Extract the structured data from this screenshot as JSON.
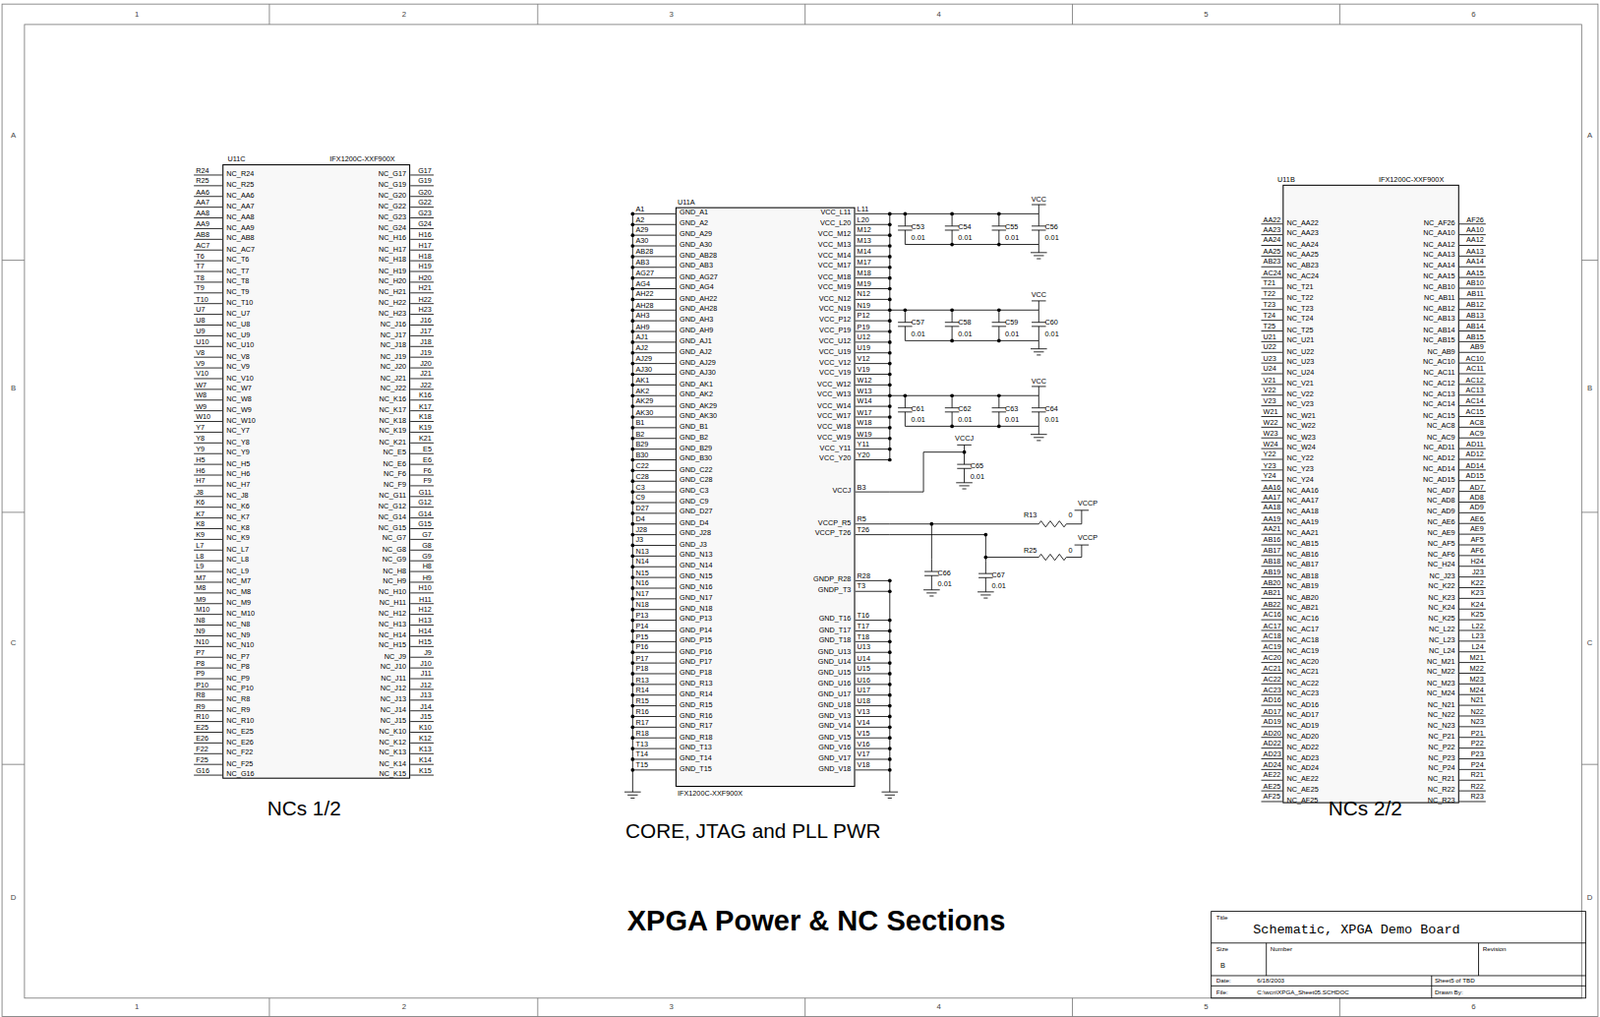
{
  "diagram": {
    "title": "XPGA Power & NC Sections",
    "nodes": [
      {
        "text": [
          "U11C",
          "IFX1200C-XXF900X"
        ]
      },
      {
        "text": [
          "U11A",
          "IFX1200C-XXF900X"
        ]
      },
      {
        "text": [
          "U11B",
          "IFX1200C-XXF900X"
        ]
      }
    ],
    "labels": [
      "1",
      "2",
      "3",
      "4",
      "5",
      "6",
      "1",
      "2",
      "3",
      "4",
      "5",
      "6",
      "A",
      "B",
      "C",
      "D",
      "A",
      "B",
      "C",
      "D",
      "R24",
      "NC_R24",
      "R25",
      "NC_R25",
      "AA6",
      "NC_AA6",
      "AA7",
      "NC_AA7",
      "AA8",
      "NC_AA8",
      "AA9",
      "NC_AA9",
      "AB8",
      "NC_AB8",
      "AC7",
      "NC_AC7",
      "T6",
      "NC_T6",
      "T7",
      "NC_T7",
      "T8",
      "NC_T8",
      "T9",
      "NC_T9",
      "T10",
      "NC_T10",
      "U7",
      "NC_U7",
      "U8",
      "NC_U8",
      "U9",
      "NC_U9",
      "U10",
      "NC_U10",
      "V8",
      "NC_V8",
      "V9",
      "NC_V9",
      "V10",
      "NC_V10",
      "W7",
      "NC_W7",
      "W8",
      "NC_W8",
      "W9",
      "NC_W9",
      "W10",
      "NC_W10",
      "Y7",
      "NC_Y7",
      "Y8",
      "NC_Y8",
      "Y9",
      "NC_Y9",
      "H5",
      "NC_H5",
      "H6",
      "NC_H6",
      "H7",
      "NC_H7",
      "J8",
      "NC_J8",
      "K6",
      "NC_K6",
      "K7",
      "NC_K7",
      "K8",
      "NC_K8",
      "K9",
      "NC_K9",
      "L7",
      "NC_L7",
      "L8",
      "NC_L8",
      "L9",
      "NC_L9",
      "M7",
      "NC_M7",
      "M8",
      "NC_M8",
      "M9",
      "NC_M9",
      "M10",
      "NC_M10",
      "N8",
      "NC_N8",
      "N9",
      "NC_N9",
      "N10",
      "NC_N10",
      "P7",
      "NC_P7",
      "P8",
      "NC_P8",
      "P9",
      "NC_P9",
      "P10",
      "NC_P10",
      "R8",
      "NC_R8",
      "R9",
      "NC_R9",
      "R10",
      "NC_R10",
      "E25",
      "NC_E25",
      "E26",
      "NC_E26",
      "F22",
      "NC_F22",
      "F25",
      "NC_F25",
      "G16",
      "NC_G16",
      "NC_G17",
      "G17",
      "NC_G19",
      "G19",
      "NC_G20",
      "G20",
      "NC_G22",
      "G22",
      "NC_G23",
      "G23",
      "NC_G24",
      "G24",
      "NC_H16",
      "H16",
      "NC_H17",
      "H17",
      "NC_H18",
      "H18",
      "NC_H19",
      "H19",
      "NC_H20",
      "H20",
      "NC_H21",
      "H21",
      "NC_H22",
      "H22",
      "NC_H23",
      "H23",
      "NC_J16",
      "J16",
      "NC_J17",
      "J17",
      "NC_J18",
      "J18",
      "NC_J19",
      "J19",
      "NC_J20",
      "J20",
      "NC_J21",
      "J21",
      "NC_J22",
      "J22",
      "NC_K16",
      "K16",
      "NC_K17",
      "K17",
      "NC_K18",
      "K18",
      "NC_K19",
      "K19",
      "NC_K21",
      "K21",
      "NC_E5",
      "E5",
      "NC_E6",
      "E6",
      "NC_F6",
      "F6",
      "NC_F9",
      "F9",
      "NC_G11",
      "G11",
      "NC_G12",
      "G12",
      "NC_G14",
      "G14",
      "NC_G15",
      "G15",
      "NC_G7",
      "G7",
      "NC_G8",
      "G8",
      "NC_G9",
      "G9",
      "NC_H8",
      "H8",
      "NC_H9",
      "H9",
      "NC_H10",
      "H10",
      "NC_H11",
      "H11",
      "NC_H12",
      "H12",
      "NC_H13",
      "H13",
      "NC_H14",
      "H14",
      "NC_H15",
      "H15",
      "NC_J9",
      "J9",
      "NC_J10",
      "J10",
      "NC_J11",
      "J11",
      "NC_J12",
      "J12",
      "NC_J13",
      "J13",
      "NC_J14",
      "J14",
      "NC_J15",
      "J15",
      "NC_K10",
      "K10",
      "NC_K12",
      "K12",
      "NC_K13",
      "K13",
      "NC_K14",
      "K14",
      "NC_K15",
      "K15",
      "A1",
      "GND_A1",
      "A2",
      "GND_A2",
      "A29",
      "GND_A29",
      "A30",
      "GND_A30",
      "AB28",
      "GND_AB28",
      "AB3",
      "GND_AB3",
      "AG27",
      "GND_AG27",
      "AG4",
      "GND_AG4",
      "AH22",
      "GND_AH22",
      "AH28",
      "GND_AH28",
      "AH3",
      "GND_AH3",
      "AH9",
      "GND_AH9",
      "AJ1",
      "GND_AJ1",
      "AJ2",
      "GND_AJ2",
      "AJ29",
      "GND_AJ29",
      "AJ30",
      "GND_AJ30",
      "AK1",
      "GND_AK1",
      "AK2",
      "GND_AK2",
      "AK29",
      "GND_AK29",
      "AK30",
      "GND_AK30",
      "B1",
      "GND_B1",
      "B2",
      "GND_B2",
      "B29",
      "GND_B29",
      "B30",
      "GND_B30",
      "C22",
      "GND_C22",
      "C28",
      "GND_C28",
      "C3",
      "GND_C3",
      "C9",
      "GND_C9",
      "D27",
      "GND_D27",
      "D4",
      "GND_D4",
      "J28",
      "GND_J28",
      "J3",
      "GND_J3",
      "N13",
      "GND_N13",
      "N14",
      "GND_N14",
      "N15",
      "GND_N15",
      "N16",
      "GND_N16",
      "N17",
      "GND_N17",
      "N18",
      "GND_N18",
      "P13",
      "GND_P13",
      "P14",
      "GND_P14",
      "P15",
      "GND_P15",
      "P16",
      "GND_P16",
      "P17",
      "GND_P17",
      "P18",
      "GND_P18",
      "R13",
      "GND_R13",
      "R14",
      "GND_R14",
      "R15",
      "GND_R15",
      "R16",
      "GND_R16",
      "R17",
      "GND_R17",
      "R18",
      "GND_R18",
      "T13",
      "GND_T13",
      "T14",
      "GND_T14",
      "T15",
      "GND_T15",
      "VCC_L11",
      "L11",
      "VCC_L20",
      "L20",
      "VCC_M12",
      "M12",
      "VCC_M13",
      "M13",
      "VCC_M14",
      "M14",
      "VCC_M17",
      "M17",
      "VCC_M18",
      "M18",
      "VCC_M19",
      "M19",
      "VCC_N12",
      "N12",
      "VCC_N19",
      "N19",
      "VCC_P12",
      "P12",
      "VCC_P19",
      "P19",
      "VCC_U12",
      "U12",
      "VCC_U19",
      "U19",
      "VCC_V12",
      "V12",
      "VCC_V19",
      "V19",
      "VCC_W12",
      "W12",
      "VCC_W13",
      "W13",
      "VCC_W14",
      "W14",
      "VCC_W17",
      "W17",
      "VCC_W18",
      "W18",
      "VCC_W19",
      "W19",
      "VCC_Y11",
      "Y11",
      "VCC_Y20",
      "Y20",
      "VCCJ",
      "B3",
      "VCCP_R5",
      "R5",
      "VCCP_T26",
      "T26",
      "GNDP_R28",
      "R28",
      "GNDP_T3",
      "T3",
      "GND_T16",
      "T16",
      "GND_T17",
      "T17",
      "GND_T18",
      "T18",
      "GND_U13",
      "U13",
      "GND_U14",
      "U14",
      "GND_U15",
      "U15",
      "GND_U16",
      "U16",
      "GND_U17",
      "U17",
      "GND_U18",
      "U18",
      "GND_V13",
      "V13",
      "GND_V14",
      "V14",
      "GND_V15",
      "V15",
      "GND_V16",
      "V16",
      "GND_V17",
      "V17",
      "GND_V18",
      "V18",
      "C53",
      "0.01",
      "C54",
      "0.01",
      "C55",
      "0.01",
      "C56",
      "0.01",
      "VCC",
      "C57",
      "0.01",
      "C58",
      "0.01",
      "C59",
      "0.01",
      "C60",
      "0.01",
      "VCC",
      "C61",
      "0.01",
      "C62",
      "0.01",
      "C63",
      "0.01",
      "C64",
      "0.01",
      "VCC",
      "VCCJ",
      "C65",
      "0.01",
      "R13",
      "0",
      "VCCP",
      "R25",
      "0",
      "VCCP",
      "C66",
      "0.01",
      "C67",
      "0.01",
      "AA22",
      "NC_AA22",
      "AA23",
      "NC_AA23",
      "AA24",
      "NC_AA24",
      "AA25",
      "NC_AA25",
      "AB23",
      "NC_AB23",
      "AC24",
      "NC_AC24",
      "T21",
      "NC_T21",
      "T22",
      "NC_T22",
      "T23",
      "NC_T23",
      "T24",
      "NC_T24",
      "T25",
      "NC_T25",
      "U21",
      "NC_U21",
      "U22",
      "NC_U22",
      "U23",
      "NC_U23",
      "U24",
      "NC_U24",
      "V21",
      "NC_V21",
      "V22",
      "NC_V22",
      "V23",
      "NC_V23",
      "W21",
      "NC_W21",
      "W22",
      "NC_W22",
      "W23",
      "NC_W23",
      "W24",
      "NC_W24",
      "Y22",
      "NC_Y22",
      "Y23",
      "NC_Y23",
      "Y24",
      "NC_Y24",
      "AA16",
      "NC_AA16",
      "AA17",
      "NC_AA17",
      "AA18",
      "NC_AA18",
      "AA19",
      "NC_AA19",
      "AA21",
      "NC_AA21",
      "AB16",
      "NC_AB15",
      "AB17",
      "NC_AB16",
      "AB18",
      "NC_AB17",
      "AB19",
      "NC_AB18",
      "AB20",
      "NC_AB19",
      "AB21",
      "NC_AB20",
      "AB22",
      "NC_AB21",
      "AC16",
      "NC_AC16",
      "AC17",
      "NC_AC17",
      "AC18",
      "NC_AC18",
      "AC19",
      "NC_AC19",
      "AC20",
      "NC_AC20",
      "AC21",
      "NC_AC21",
      "AC22",
      "NC_AC22",
      "AC23",
      "NC_AC23",
      "AD16",
      "NC_AD16",
      "AD17",
      "NC_AD17",
      "AD19",
      "NC_AD19",
      "AD20",
      "NC_AD20",
      "AD22",
      "NC_AD22",
      "AD23",
      "NC_AD23",
      "AD24",
      "NC_AD24",
      "AE22",
      "NC_AE22",
      "AE25",
      "NC_AE25",
      "AF25",
      "NC_AF25",
      "NC_AF26",
      "AF26",
      "NC_AA10",
      "AA10",
      "NC_AA12",
      "AA12",
      "NC_AA13",
      "AA13",
      "NC_AA14",
      "AA14",
      "NC_AA15",
      "AA15",
      "NC_AB10",
      "AB10",
      "NC_AB11",
      "AB11",
      "NC_AB12",
      "AB12",
      "NC_AB13",
      "AB13",
      "NC_AB14",
      "AB14",
      "NC_AB15",
      "AB15",
      "NC_AB9",
      "AB9",
      "NC_AC10",
      "AC10",
      "NC_AC11",
      "AC11",
      "NC_AC12",
      "AC12",
      "NC_AC13",
      "AC13",
      "NC_AC14",
      "AC14",
      "NC_AC15",
      "AC15",
      "NC_AC8",
      "AC8",
      "NC_AC9",
      "AC9",
      "NC_AD11",
      "AD11",
      "NC_AD12",
      "AD12",
      "NC_AD14",
      "AD14",
      "NC_AD15",
      "AD15",
      "NC_AD7",
      "AD7",
      "NC_AD8",
      "AD8",
      "NC_AD9",
      "AD9",
      "NC_AE6",
      "AE6",
      "NC_AE9",
      "AE9",
      "NC_AF5",
      "AF5",
      "NC_AF6",
      "AF6",
      "NC_H24",
      "H24",
      "NC_J23",
      "J23",
      "NC_K22",
      "K22",
      "NC_K23",
      "K23",
      "NC_K24",
      "K24",
      "NC_K25",
      "K25",
      "NC_L22",
      "L22",
      "NC_L23",
      "L23",
      "NC_L24",
      "L24",
      "NC_M21",
      "M21",
      "NC_M22",
      "M22",
      "NC_M23",
      "M23",
      "NC_M24",
      "M24",
      "NC_N21",
      "N21",
      "NC_N22",
      "N22",
      "NC_N23",
      "N23",
      "NC_P21",
      "P21",
      "NC_P22",
      "P22",
      "NC_P23",
      "P23",
      "NC_P24",
      "P24",
      "NC_R21",
      "R21",
      "NC_R22",
      "R22",
      "NC_R23",
      "R23",
      "NCs 1/2",
      "CORE, JTAG and PLL PWR",
      "NCs 2/2",
      "Title",
      "Schematic, XPGA Demo Board",
      "Size",
      "Number",
      "Revision",
      "B",
      "Date:",
      "6/18/2003",
      "Sheet5 of TBD",
      "File:",
      "C:\\wcn\\XPGA_Sheet05.SCHDOC",
      "Drawn By:"
    ]
  }
}
